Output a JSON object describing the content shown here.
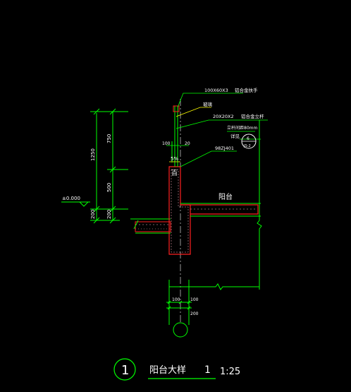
{
  "colors": {
    "background": "#000000",
    "dim_green": "#00ff00",
    "text_white": "#ffffff",
    "concrete_red": "#ff2020",
    "hatch_pink": "#ffb0c0",
    "leader_yellow": "#ffff00",
    "axis_white": "#c0c0c0"
  },
  "dimensions": {
    "total_height": "1250",
    "upper": "750",
    "middle": "500",
    "lower": "200",
    "lower_small": "200",
    "gap_100": "100",
    "gap_20": "20",
    "bottom_100a": "100",
    "bottom_100b": "100",
    "bottom_200": "200"
  },
  "labels": {
    "elevation": "±0.000",
    "handrail_spec": "100X60X3",
    "handrail_name": "铝合金扶手",
    "glass": "玻璃",
    "post_spec": "20X20X2",
    "post_name": "铝合金立杆",
    "post_spacing": "立杆间距80mm",
    "see_detail": "详见",
    "detail_num": "6",
    "detail_sheet": "JS-2",
    "slope": "5%",
    "waterproof": "98ZJ401",
    "balcony": "阳台",
    "curb_text": "百"
  },
  "title": {
    "index": "1",
    "name": "阳台大样",
    "scale_num": "1",
    "scale": "1:25"
  }
}
